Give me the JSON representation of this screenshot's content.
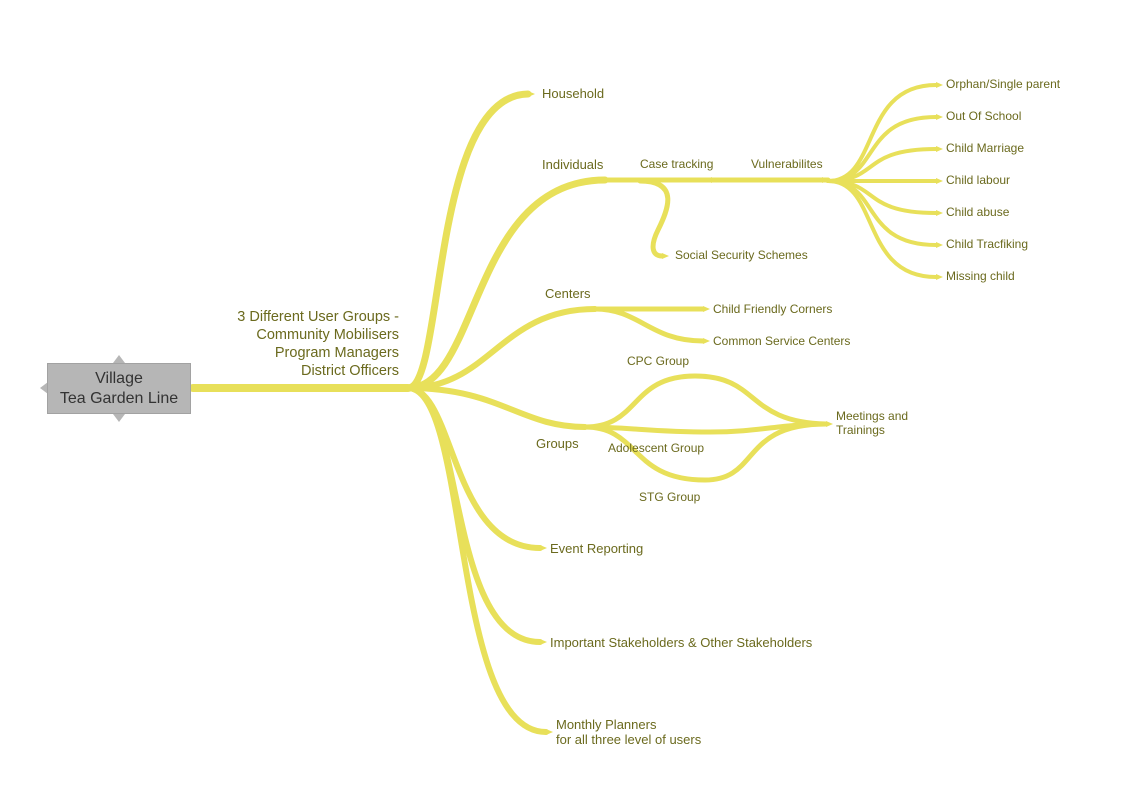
{
  "colors": {
    "branch": "#e8e05a",
    "text": "#6b6a1e",
    "root_box": "#b6b6b6",
    "root_text": "#333333"
  },
  "root": {
    "line1": "Village",
    "line2": "Tea Garden Line"
  },
  "user_groups": {
    "line1": "3 Different User Groups -",
    "line2": "Community Mobilisers",
    "line3": "Program Managers",
    "line4": "District Officers"
  },
  "branches": {
    "household": "Household",
    "individuals": "Individuals",
    "case_tracking": "Case tracking",
    "vulnerabilities": "Vulnerabilites",
    "social_security": "Social Security Schemes",
    "vuln_items": [
      "Orphan/Single parent",
      "Out Of School",
      "Child Marriage",
      "Child labour",
      "Child abuse",
      "Child Tracfiking",
      "Missing child"
    ],
    "centers": "Centers",
    "child_friendly": "Child Friendly Corners",
    "common_service": "Common Service Centers",
    "groups": "Groups",
    "cpc_group": "CPC Group",
    "adolescent_group": "Adolescent Group",
    "stg_group": "STG Group",
    "meetings_line1": "Meetings and",
    "meetings_line2": "Trainings",
    "event_reporting": "Event Reporting",
    "stakeholders": "Important Stakeholders & Other Stakeholders",
    "planners_line1": "Monthly Planners",
    "planners_line2": "for all three level of users"
  }
}
